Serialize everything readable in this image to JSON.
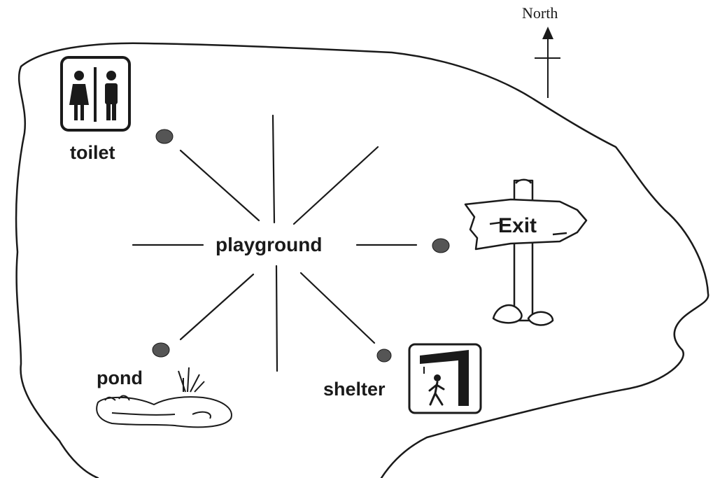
{
  "map": {
    "center_label": "playground",
    "compass_label": "North",
    "places": [
      {
        "id": "toilet",
        "label": "toilet",
        "direction": "north-west",
        "icon": "toilet-sign-icon"
      },
      {
        "id": "exit",
        "label": "Exit",
        "direction": "east",
        "icon": "exit-signpost-icon"
      },
      {
        "id": "pond",
        "label": "pond",
        "direction": "south-west",
        "icon": "pond-icon"
      },
      {
        "id": "shelter",
        "label": "shelter",
        "direction": "south-east",
        "icon": "shelter-sign-icon"
      }
    ],
    "colors": {
      "ink": "#1a1a1a",
      "dot": "#555555",
      "background": "#ffffff"
    }
  }
}
